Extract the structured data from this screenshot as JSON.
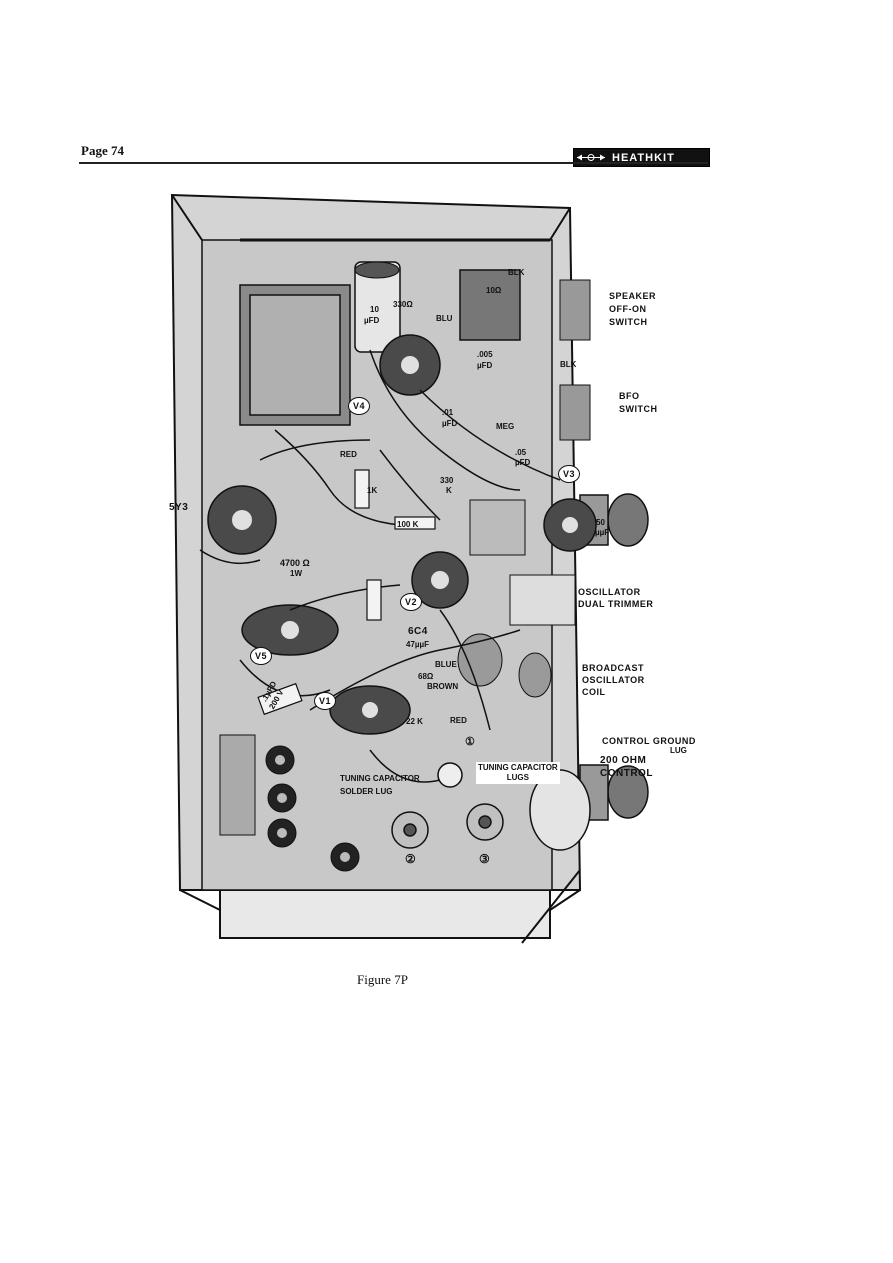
{
  "header": {
    "page_number": "Page 74",
    "logo_text": "HEATHKIT"
  },
  "figure": {
    "caption": "Figure 7P",
    "callouts": {
      "speaker_switch": [
        "SPEAKER",
        "OFF-ON",
        "SWITCH"
      ],
      "bfo_switch": [
        "BFO",
        "SWITCH"
      ],
      "oscillator_trimmer": [
        "OSCILLATOR",
        "DUAL TRIMMER"
      ],
      "broadcast_coil": [
        "BROADCAST",
        "OSCILLATOR",
        "COIL"
      ],
      "control_ground": [
        "CONTROL GROUND",
        "LUG"
      ],
      "ohm_control": [
        "200 OHM",
        "CONTROL"
      ],
      "tuning_solder_lug": [
        "TUNING CAPACITOR",
        "SOLDER LUG"
      ],
      "tuning_lugs": [
        "TUNING CAPACITOR",
        "LUGS"
      ]
    },
    "tubes": [
      "V1",
      "V2",
      "V3",
      "V4",
      "V5"
    ],
    "tube_types": [
      "5Y3",
      "6C4"
    ],
    "parts": {
      "cap_10": "10",
      "cap_10_unit": "µFD",
      "r330a": "330Ω",
      "blk_top": "BLK",
      "blk_mid": "BLK",
      "blu": "BLU",
      "cap_005": ".005",
      "cap_005_unit": "µFD",
      "r10": "10Ω",
      "cap_01": ".01",
      "cap_01_unit": "µFD",
      "meg": "MEG",
      "cap_05": ".05",
      "cap_05_unit": "µFD",
      "red": "RED",
      "r1k": "1K",
      "r330k": "330",
      "r330k_unit": "K",
      "r100k": "100 K",
      "cap_50": "50",
      "cap_50_unit": "µµF",
      "r4700": "4700 Ω",
      "r4700_w": "1W",
      "cap_47": "47µµF",
      "blue": "BLUE",
      "r68": "68Ω",
      "brown": "BROWN",
      "red2": "RED",
      "cap_1": ".1µFD",
      "cap_1_v": "200 V",
      "r22k": "22 K",
      "lug_2": "②",
      "lug_3": "③",
      "lug_1": "①"
    }
  }
}
